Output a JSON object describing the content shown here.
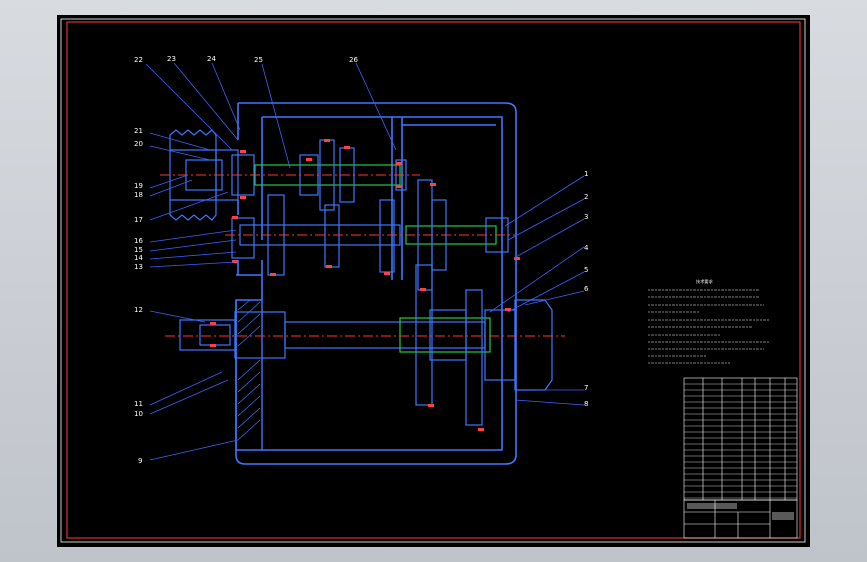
{
  "drawing": {
    "part_labels": [
      "1",
      "2",
      "3",
      "4",
      "5",
      "6",
      "7",
      "8",
      "9",
      "10",
      "11",
      "12",
      "13",
      "14",
      "15",
      "16",
      "17",
      "18",
      "19",
      "20",
      "21",
      "22",
      "23",
      "24",
      "25",
      "26"
    ]
  },
  "tech_requirements": {
    "title": "技术要求"
  },
  "colors": {
    "frame": "#ffffff",
    "housing": "#3b78ff",
    "shaft_center": "#ff3333",
    "hidden_green": "#22cc44",
    "leader": "#3b63ff",
    "gear_red": "#ff4040",
    "label": "#ffffff"
  },
  "icons": [
    "sheet-frame",
    "gearbox-section",
    "title-block",
    "parts-list-table"
  ]
}
